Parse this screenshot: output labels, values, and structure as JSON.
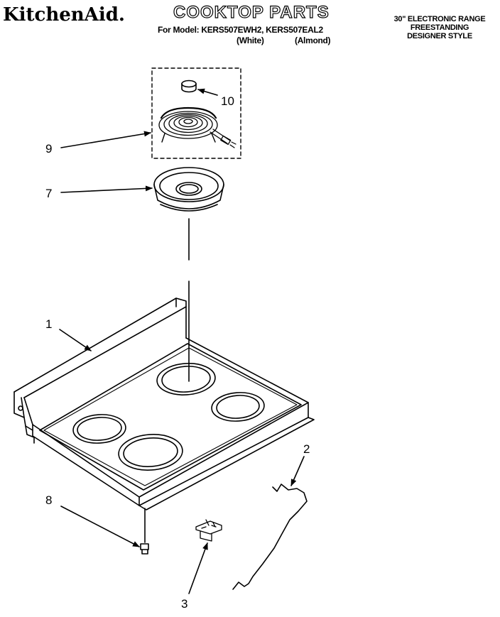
{
  "header": {
    "brand": "KitchenAid.",
    "title": "COOKTOP PARTS",
    "model_line": "For Model: KERS507EWH2, KERS507EAL2",
    "variant_white": "(White)",
    "variant_almond": "(Almond)",
    "right_line1": "30\" ELECTRONIC RANGE",
    "right_line2": "FREESTANDING",
    "right_line3": "DESIGNER STYLE"
  },
  "callouts": {
    "c1": "1",
    "c2": "2",
    "c3": "3",
    "c7": "7",
    "c8": "8",
    "c9": "9",
    "c10": "10"
  },
  "colors": {
    "ink": "#000000",
    "paper": "#ffffff"
  }
}
